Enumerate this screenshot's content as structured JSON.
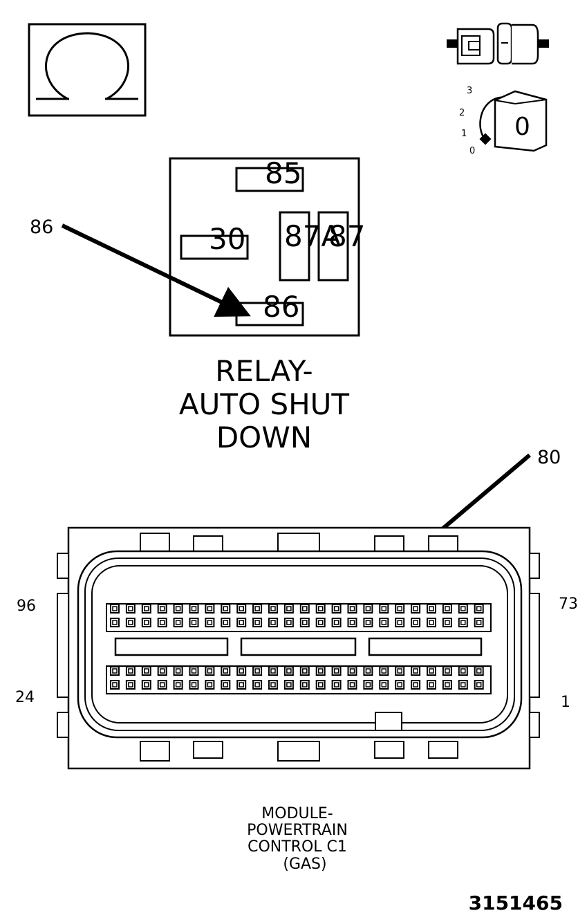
{
  "ohmmeter_icon": {
    "symbol": "Ω",
    "icon": "ohm-symbol-icon"
  },
  "connector_icon": {
    "icon": "connector-disconnected-icon"
  },
  "ignition_icon": {
    "icon": "ignition-key-icon",
    "positions": [
      "3",
      "2",
      "1",
      "0"
    ],
    "key_label": "0"
  },
  "relay": {
    "terminals": {
      "t85": "85",
      "t30": "30",
      "t87a": "87A",
      "t87": "87",
      "t86": "86"
    },
    "callout_label": "86",
    "caption": [
      "RELAY-",
      "AUTO SHUT",
      "DOWN"
    ]
  },
  "pcm_connector": {
    "callout_label": "80",
    "corner_labels": {
      "top_left": "96",
      "top_right": "73",
      "bottom_left": "24",
      "bottom_right": "1"
    },
    "caption": [
      "MODULE-",
      "POWERTRAIN",
      "CONTROL C1",
      "(GAS)"
    ]
  },
  "figure_id": "3151465"
}
